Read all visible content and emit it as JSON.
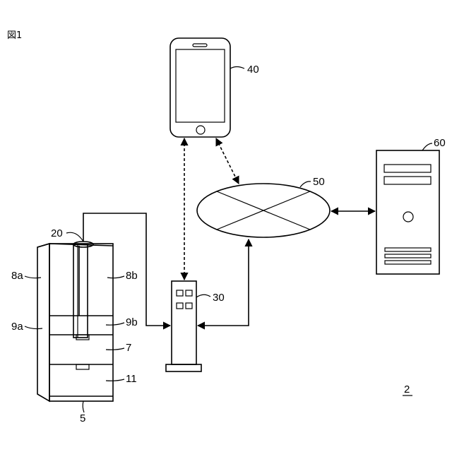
{
  "figure": {
    "title": "図1",
    "system_ref": "2"
  },
  "labels": {
    "smartphone": "40",
    "network": "50",
    "server": "60",
    "adapter": "20",
    "hub": "30",
    "refrigerator": "5",
    "door_left_upper": "8a",
    "door_right_upper": "8b",
    "drawer_left": "9a",
    "drawer_right": "9b",
    "drawer_middle": "7",
    "drawer_bottom": "11"
  }
}
